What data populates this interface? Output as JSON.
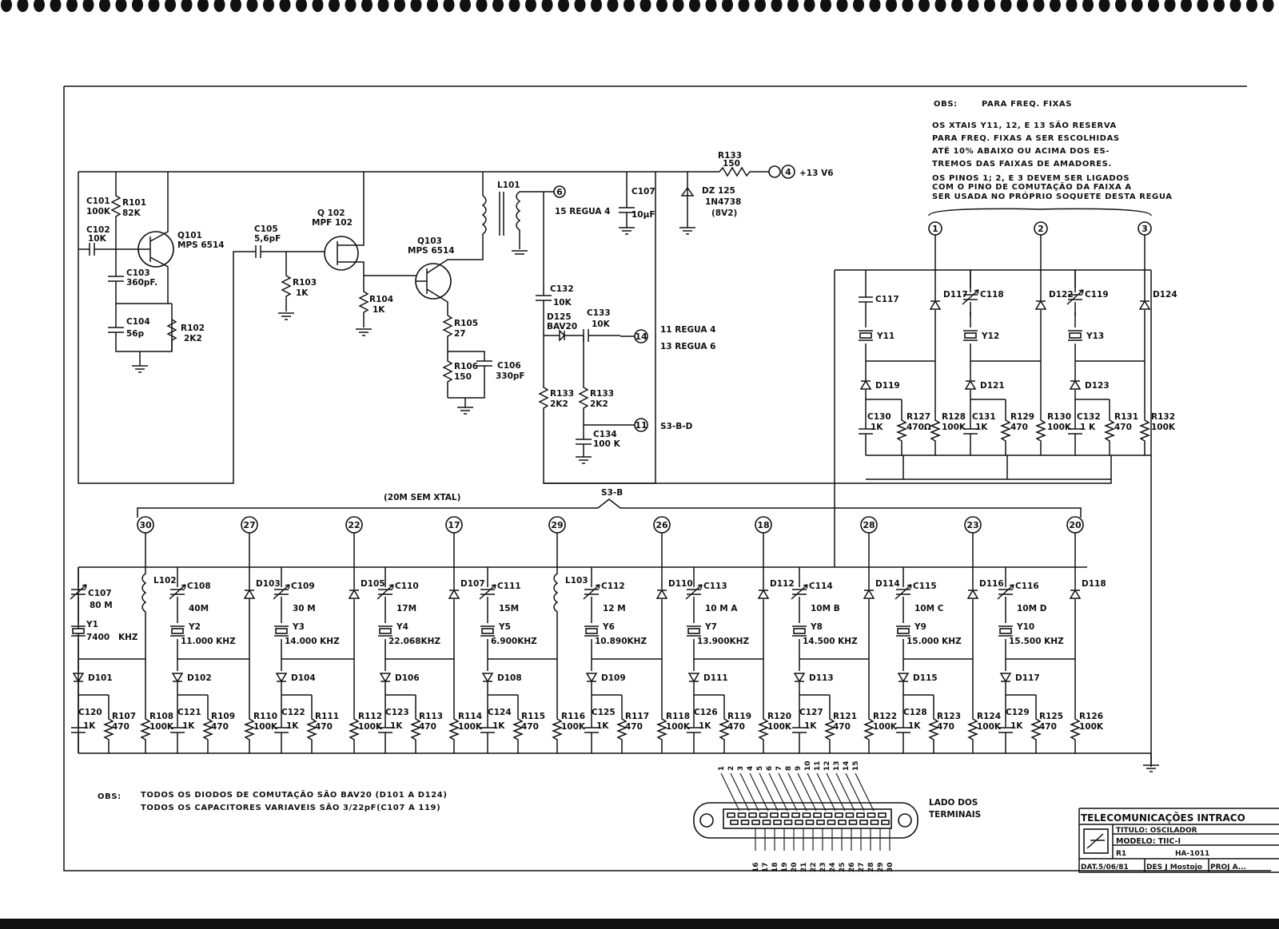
{
  "notes_top": {
    "obs": "OBS:",
    "title": "PARA FREQ. FIXAS",
    "lines": [
      "OS XTAIS Y11, 12, E 13 SÃO RESERVA",
      "PARA FREQ. FIXAS A SER ESCOLHIDAS",
      "ATÉ 10% ABAIXO OU ACIMA DOS ES-",
      "TREMOS DAS FAIXAS DE AMADORES.",
      "OS PINOS 1; 2, E 3 DEVEM SER LIGADOS",
      "COM O PINO DE COMUTAÇÃO DA FAIXA A",
      "SER USADA NO PRÓPRIO SOQUETE DESTA REGUA"
    ]
  },
  "notes_bottom": {
    "obs": "OBS:",
    "lines": [
      "TODOS OS DIODOS DE COMUTAÇÃO SÃO BAV20 (D101 A D124)",
      "TODOS OS CAPACITORES VARIAVEIS SÃO 3/22pF(C107 A 119)"
    ]
  },
  "oscillator": {
    "q101": [
      "Q101",
      "MPS 6514"
    ],
    "q102": [
      "Q 102",
      "MPF 102"
    ],
    "q103": [
      "Q103",
      "MPS 6514"
    ],
    "r101": [
      "R101",
      "82K"
    ],
    "c101": [
      "C101",
      "100K"
    ],
    "c102": [
      "C102",
      "10K"
    ],
    "c103": [
      "C103",
      "360pF."
    ],
    "c104": [
      "C104",
      "56p"
    ],
    "r102": [
      "R102",
      "2K2"
    ],
    "c105": [
      "C105",
      "5,6pF"
    ],
    "r103": [
      "R103",
      "1K"
    ],
    "r104": [
      "R104",
      "1K"
    ],
    "r105": [
      "R105",
      "27"
    ],
    "r106": [
      "R106",
      "150"
    ],
    "c106": [
      "C106",
      "330pF"
    ],
    "l101": "L101",
    "c107": [
      "C107",
      "10µF"
    ],
    "r133a": [
      "R133",
      "150"
    ],
    "dz125": [
      "DZ 125",
      "1N4738",
      "(8V2)"
    ],
    "supply": "+13 V6",
    "regua4_15": "15 REGUA 4",
    "c132": [
      "C132",
      "10K"
    ],
    "d125": [
      "D125",
      "BAV20"
    ],
    "c133": [
      "C133",
      "10K"
    ],
    "regua_out": [
      "11 REGUA 4",
      "13 REGUA 6"
    ],
    "r133b": [
      "R133",
      "2K2"
    ],
    "r133c": [
      "R133",
      "2K2"
    ],
    "c134": [
      "C134",
      "100 K"
    ],
    "s3bd": "S3-B-D",
    "pin_labels": {
      "p6": "6",
      "p4": "4",
      "p14": "14",
      "p11": "11"
    }
  },
  "fixed_crystals": {
    "pins": [
      "1",
      "2",
      "3"
    ],
    "labels": {
      "c117": "C117",
      "y11": "Y11",
      "d119": "D119",
      "c130": [
        "C130",
        "1K"
      ],
      "r127": [
        "R127",
        "470Ω"
      ],
      "d117": "D117",
      "c118": "C118",
      "y12": "Y12",
      "d121": "D121",
      "r128": [
        "R128",
        "100K"
      ],
      "c131": [
        "C131",
        "1K"
      ],
      "r129": [
        "R129",
        "470"
      ],
      "d122": "D122",
      "c119": "C119",
      "y13": "Y13",
      "d123": "D123",
      "r130": [
        "R130",
        "100K"
      ],
      "c132": [
        "C132",
        "1 K"
      ],
      "r131": [
        "R131",
        "470"
      ],
      "d124": "D124",
      "r132": [
        "R132",
        "100K"
      ]
    }
  },
  "band_bank": {
    "no_xtal": "(20M SEM XTAL)",
    "switch": "S3-B",
    "pins": [
      "30",
      "27",
      "22",
      "17",
      "29",
      "26",
      "18",
      "28",
      "23",
      "20"
    ],
    "labels": {
      "c107v": [
        "C107",
        "80 M"
      ],
      "y1": [
        "Y1",
        "7400",
        "KHZ"
      ],
      "d101": "D101",
      "c120": [
        "C120",
        "1K"
      ],
      "r107": [
        "R107",
        "470"
      ],
      "l102": "L102",
      "r108": [
        "R108",
        "100K"
      ],
      "c108": "C108",
      "y2": [
        "40M",
        "Y2",
        "11.000 KHZ"
      ],
      "d102": "D102",
      "c121": [
        "C121",
        "1K"
      ],
      "r109": [
        "R109",
        "470"
      ],
      "d103": "D103",
      "r110": [
        "R110",
        "100K"
      ],
      "c109": "C109",
      "y3": [
        "30 M",
        "Y3",
        "14.000 KHZ"
      ],
      "d104": "D104",
      "c122": [
        "C122",
        "1K"
      ],
      "r111": [
        "R111",
        "470"
      ],
      "d105": "D105",
      "r112": [
        "R112",
        "100K"
      ],
      "c110": "C110",
      "y4": [
        "17M",
        "Y4",
        "22.068KHZ"
      ],
      "d106": "D106",
      "c123": [
        "C123",
        "1K"
      ],
      "r113": [
        "R113",
        "470"
      ],
      "d107": "D107",
      "r114": [
        "R114",
        "100K"
      ],
      "c111": "C111",
      "y5": [
        "15M",
        "Y5",
        "6.900KHZ"
      ],
      "d108": "D108",
      "c124": [
        "C124",
        "1K"
      ],
      "r115": [
        "R115",
        "470"
      ],
      "l103": "L103",
      "r116": [
        "R116",
        "100K"
      ],
      "c112": "C112",
      "y6": [
        "12 M",
        "Y6",
        "10.890KHZ"
      ],
      "d109": "D109",
      "c125": [
        "C125",
        "1K"
      ],
      "r117": [
        "R117",
        "470"
      ],
      "d110": "D110",
      "r118": [
        "R118",
        "100K"
      ],
      "c113": "C113",
      "y7": [
        "10 M A",
        "Y7",
        "13.900KHZ"
      ],
      "d111": "D111",
      "c126": [
        "C126",
        "1K"
      ],
      "r119": [
        "R119",
        "470"
      ],
      "d112": "D112",
      "r120": [
        "R120",
        "100K"
      ],
      "c114": "C114",
      "y8": [
        "10M B",
        "Y8",
        "14.500 KHZ"
      ],
      "d113": "D113",
      "c127": [
        "C127",
        "1K"
      ],
      "r121": [
        "R121",
        "470"
      ],
      "d114": "D114",
      "r122": [
        "R122",
        "100K"
      ],
      "c115": "C115",
      "y9": [
        "10M C",
        "Y9",
        "15.000 KHZ"
      ],
      "d115": "D115",
      "c128": [
        "C128",
        "1K"
      ],
      "r123": [
        "R123",
        "470"
      ],
      "d116": "D116",
      "r124": [
        "R124",
        "100K"
      ],
      "c116": "C116",
      "y10": [
        "10M D",
        "Y10",
        "15.500 KHZ"
      ],
      "d117": "D117",
      "c129": [
        "C129",
        "1K"
      ],
      "r125": [
        "R125",
        "470"
      ],
      "d118": "D118",
      "r126": [
        "R126",
        "100K"
      ]
    }
  },
  "connector": {
    "top_numbers": [
      "1",
      "2",
      "3",
      "4",
      "5",
      "6",
      "7",
      "8",
      "9",
      "10",
      "11",
      "12",
      "13",
      "14",
      "15"
    ],
    "bottom_numbers": [
      "16",
      "17",
      "18",
      "19",
      "20",
      "21",
      "22",
      "23",
      "24",
      "25",
      "26",
      "27",
      "28",
      "29",
      "30"
    ],
    "side_label": [
      "LADO DOS",
      "TERMINAIS"
    ]
  },
  "title_block": {
    "company": "TELECOMUNICAÇÕES INTRACO",
    "titulo": "TITULO: OSCILADOR",
    "modelo": "MODELO: TIIC-I",
    "rev": "R1",
    "number": "HA-1011",
    "date": "DAT.5/06/81",
    "des": "DES J Mostojo",
    "proj": "PROJ A..."
  }
}
